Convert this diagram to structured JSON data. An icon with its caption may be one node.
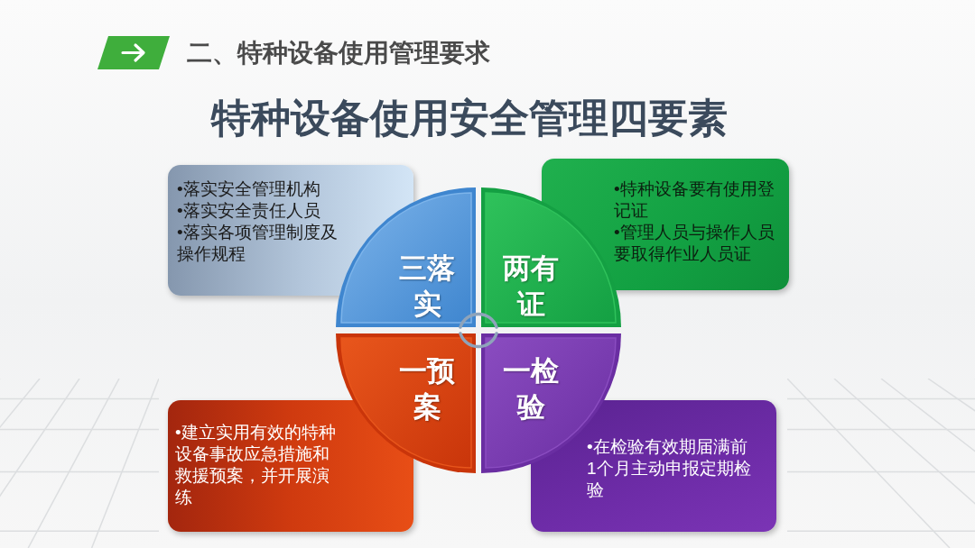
{
  "diagram": {
    "title": "特种设备使用安全管理四要素",
    "nodes": [
      {
        "text": [
          "•落实安全管理机构",
          "•落实安全责任人员",
          "•落实各项管理制度及操作规程"
        ]
      },
      {
        "text": [
          "•特种设备要有使用登记证",
          "•管理人员与操作人员要取得作业人员证"
        ]
      },
      {
        "text": [
          "三落实"
        ]
      },
      {
        "text": [
          "两有证"
        ]
      },
      {
        "text": [
          "一预案"
        ]
      },
      {
        "text": [
          "一检验"
        ]
      },
      {
        "text": [
          "•建立实用有效的特种设备事故应急措施和救援预案，并开展演练"
        ]
      },
      {
        "text": [
          "•在检验有效期届满前1个月主动申报定期检验"
        ]
      }
    ],
    "edges": [
      {
        "from": 2,
        "to": 3,
        "arrow": "none"
      },
      {
        "from": 4,
        "to": 5,
        "arrow": "none"
      }
    ],
    "labels": [
      "二、特种设备使用管理要求"
    ]
  }
}
